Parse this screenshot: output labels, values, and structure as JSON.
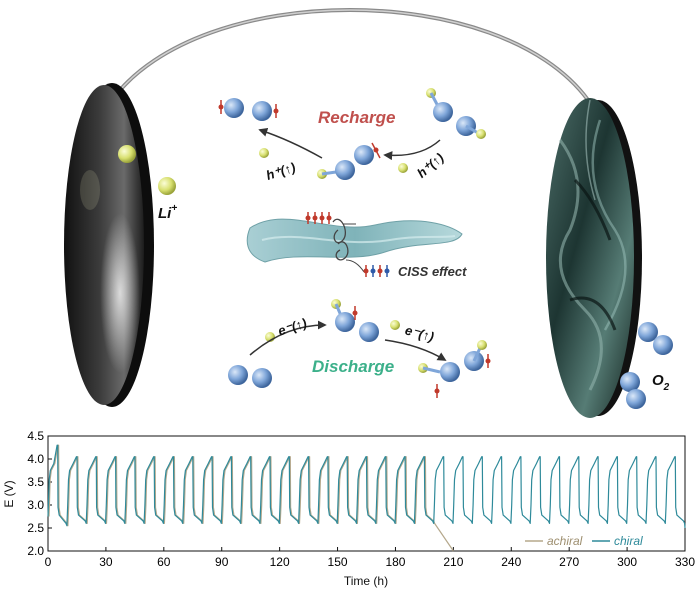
{
  "diagram": {
    "recharge_label": "Recharge",
    "discharge_label": "Discharge",
    "ciss_label": "CISS effect",
    "li_label_main": "Li",
    "li_label_sup": "+",
    "o2_label_main": "O",
    "o2_label_sub": "2",
    "h_plus_left": "h⁺(↑)",
    "h_plus_right": "h⁺(↑)",
    "e_minus_left": "e⁻(↑)",
    "e_minus_right": "e⁻(↑)",
    "colors": {
      "recharge": "#c0504d",
      "discharge": "#3cb08a",
      "oxygen": "#7fa6d9",
      "lithium": "#d8e070",
      "cathode": "#1f3a36",
      "anode": "#2b2b2b",
      "spin_red": "#c0392b",
      "spin_blue": "#2f5aa8"
    }
  },
  "chart_data": {
    "type": "line",
    "xlabel": "Time (h)",
    "ylabel": "E (V)",
    "xlim": [
      0,
      330
    ],
    "ylim": [
      2.0,
      4.5
    ],
    "xticks": [
      "0",
      "30",
      "60",
      "90",
      "120",
      "150",
      "180",
      "210",
      "240",
      "270",
      "300",
      "330"
    ],
    "yticks": [
      "2.0",
      "2.5",
      "3.0",
      "3.5",
      "4.0",
      "4.5"
    ],
    "legend_position": "bottom-right",
    "cycle_period_h": 10,
    "series": [
      {
        "name": "achiral",
        "color": "#b5a88c",
        "charge_plateau_v": 4.05,
        "discharge_plateau_v": 2.65,
        "end_h": 210,
        "end_v": 2.0
      },
      {
        "name": "chiral",
        "color": "#2e8a9a",
        "charge_plateau_v": 4.05,
        "discharge_plateau_v": 2.65,
        "end_h": 330,
        "end_v": 2.5
      }
    ]
  }
}
